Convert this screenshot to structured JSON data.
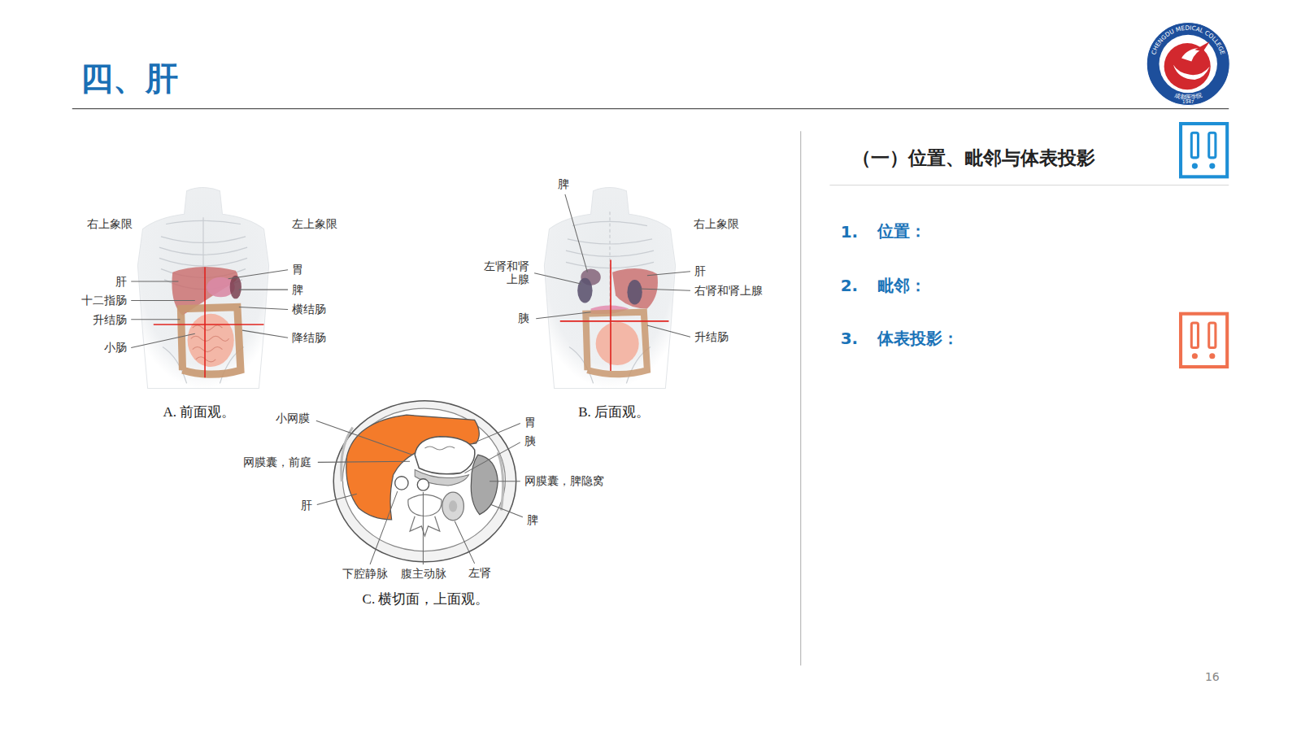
{
  "diagram": {
    "title": "四、肝",
    "labels": [
      "右上象限",
      "左上象限",
      "肝",
      "十二指肠",
      "升结肠",
      "小肠",
      "胃",
      "脾",
      "横结肠",
      "降结肠",
      "A. 前面观。",
      "脾",
      "右上象限",
      "左肾和肾上腺",
      "胰",
      "肝",
      "右肾和肾上腺",
      "升结肠",
      "B. 后面观。",
      "小网膜",
      "网膜囊，前庭",
      "肝",
      "胃",
      "胰",
      "网膜囊，脾隐窝",
      "脾",
      "下腔静脉",
      "腹主动脉",
      "左肾",
      "C. 横切面，上面观。",
      "（一）位置、毗邻与体表投影",
      "1.",
      "位置：",
      "2.",
      "毗邻：",
      "3.",
      "体表投影：",
      "16",
      "CHENGDU MEDICAL COLLEGE",
      "成都医学院",
      "1947"
    ]
  }
}
